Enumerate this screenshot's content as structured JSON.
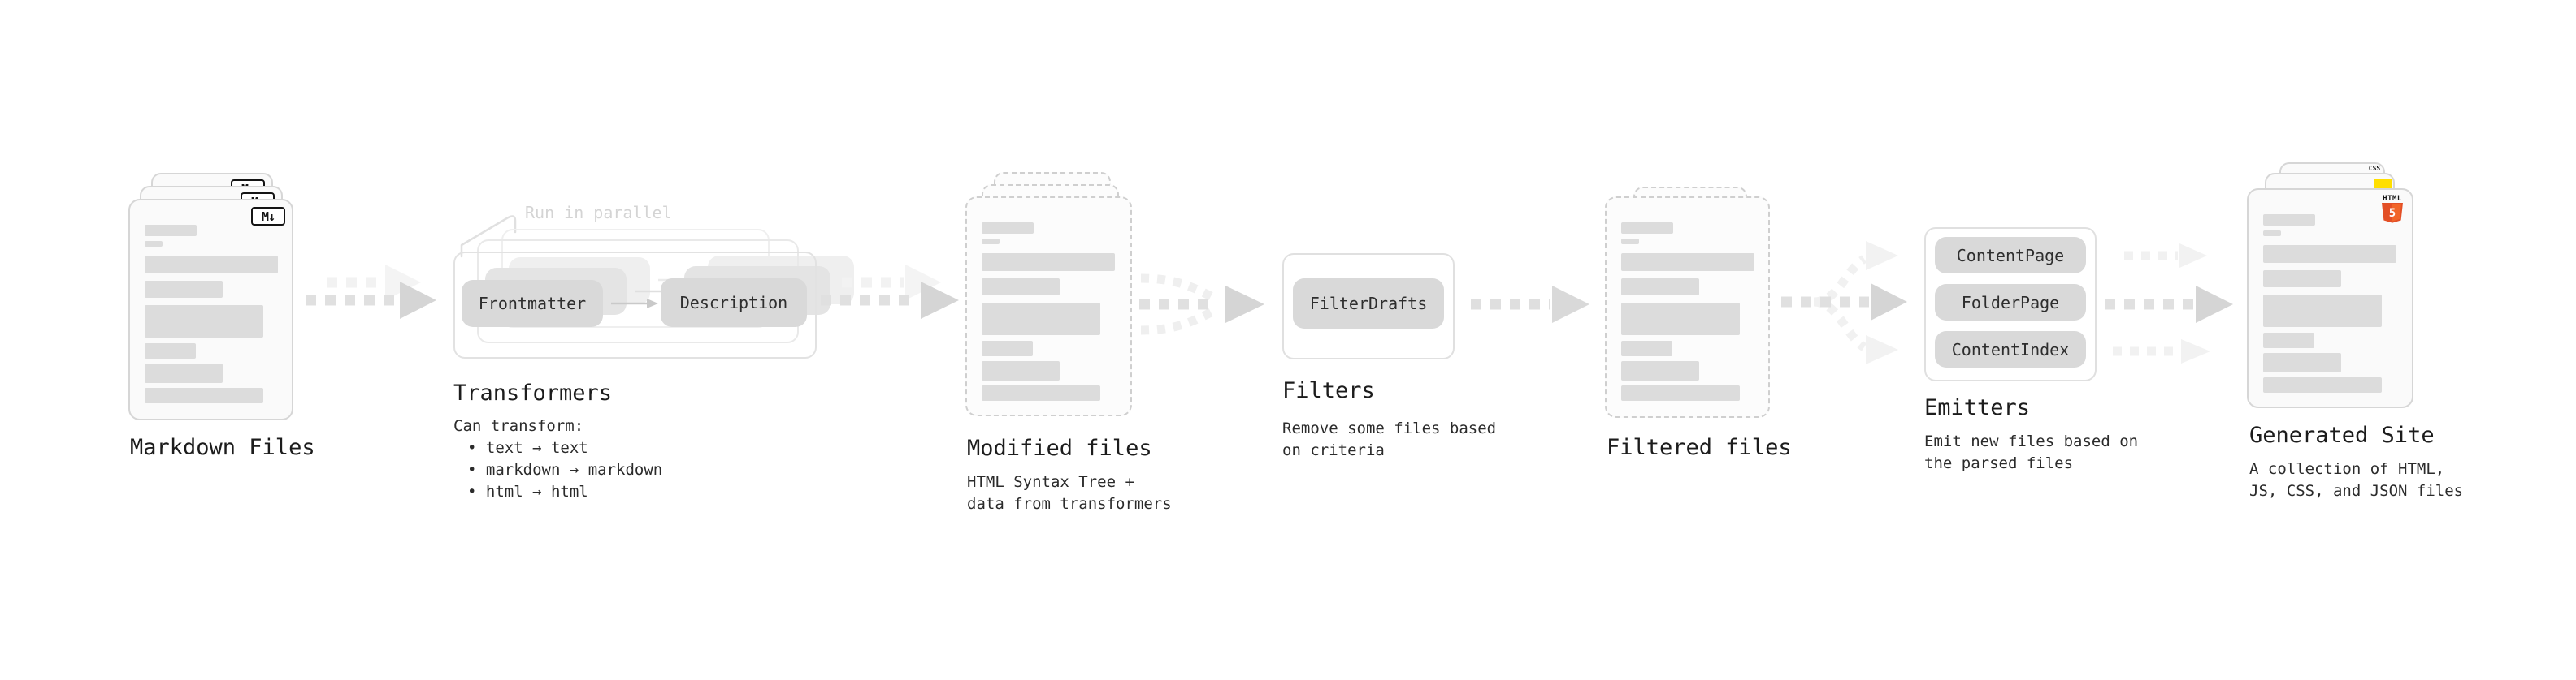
{
  "stages": {
    "markdown": {
      "label": "Markdown Files",
      "badge": "M↓"
    },
    "transformers": {
      "label": "Transformers",
      "note": "Run in parallel",
      "pill_left": "Frontmatter",
      "pill_right": "Description",
      "desc_title": "Can transform:",
      "bullets": [
        "• text → text",
        "• markdown → markdown",
        "• html → html"
      ]
    },
    "modified": {
      "label": "Modified files",
      "desc": [
        "HTML Syntax Tree +",
        "data from transformers"
      ]
    },
    "filters": {
      "label": "Filters",
      "pill": "FilterDrafts",
      "desc": [
        "Remove some files based",
        "on criteria"
      ]
    },
    "filtered": {
      "label": "Filtered files"
    },
    "emitters": {
      "label": "Emitters",
      "pills": [
        "ContentPage",
        "FolderPage",
        "ContentIndex"
      ],
      "desc": [
        "Emit new files based on",
        "the parsed files"
      ]
    },
    "generated": {
      "label": "Generated Site",
      "desc": [
        "A collection of HTML,",
        "JS, CSS, and JSON files"
      ],
      "badge_css": "CSS",
      "badge_html": "HTML",
      "badge_html_number": "5"
    }
  },
  "icons": {
    "markdown": "markdown-icon",
    "css": "css-badge-icon",
    "js": "js-badge-icon",
    "html5": "html5-shield-icon"
  },
  "colors": {
    "html5_orange": "#e34f26",
    "html5_orange_light": "#f16529",
    "css_blue": "#2d64e8",
    "js_yellow": "#ffdf00",
    "pill_gray": "#d9d9d9",
    "arrow_gray": "#d5d5d5",
    "note_gray": "#d4d4d4"
  }
}
